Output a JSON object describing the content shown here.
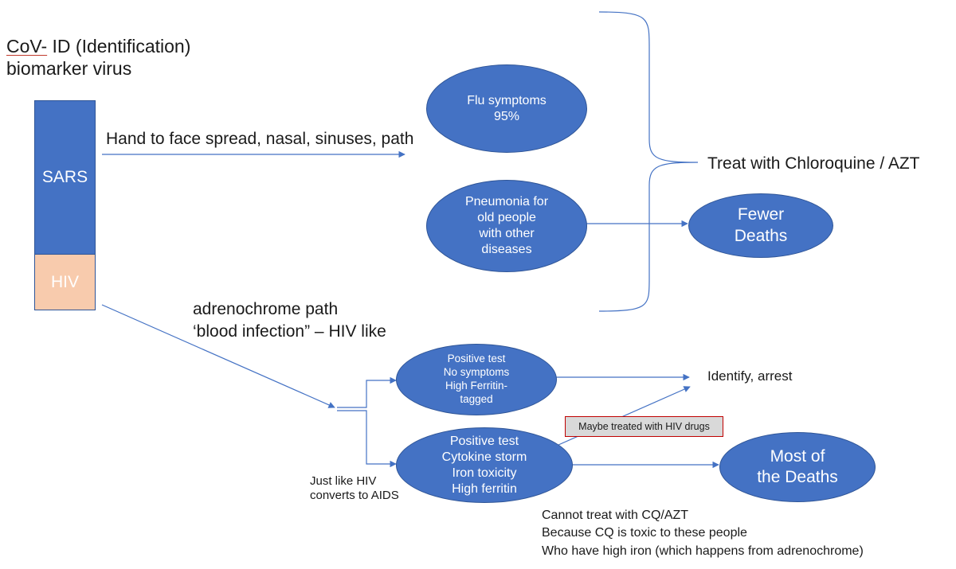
{
  "title": {
    "underlined": "CoV-",
    "rest": " ID (Identification)",
    "line2": "biomarker virus"
  },
  "bar": {
    "sars_label": "SARS",
    "hiv_label": "HIV",
    "sars_color": "#4472c4",
    "hiv_color": "#f8cbad"
  },
  "paths": {
    "upper": "Hand to face spread, nasal, sinuses,  path",
    "lower_line1": "adrenochrome path",
    "lower_line2": "‘blood infection” – HIV like"
  },
  "nodes": {
    "flu": "Flu symptoms\n95%",
    "pneumonia": "Pneumonia for\nold people\nwith other\ndiseases",
    "fewer_deaths": "Fewer\nDeaths",
    "positive_no_symptoms": "Positive test\nNo symptoms\nHigh Ferritin-\ntagged",
    "positive_cytokine": "Positive test\nCytokine storm\nIron toxicity\nHigh ferritin",
    "most_deaths": "Most of\nthe Deaths"
  },
  "labels": {
    "treat": "Treat with Chloroquine / AZT",
    "identify": "Identify, arrest",
    "maybe_treated": "Maybe treated with HIV drugs",
    "just_like_hiv": "Just like HIV\nconverts to AIDS",
    "cannot_treat": "Cannot treat with CQ/AZT\nBecause CQ is toxic to these people\nWho have high iron (which happens from adrenochrome)"
  },
  "colors": {
    "node_fill": "#4472c4",
    "node_border": "#2f5597",
    "arrow": "#4472c4",
    "note_border": "#c00000",
    "note_fill": "#d9d9d9"
  }
}
